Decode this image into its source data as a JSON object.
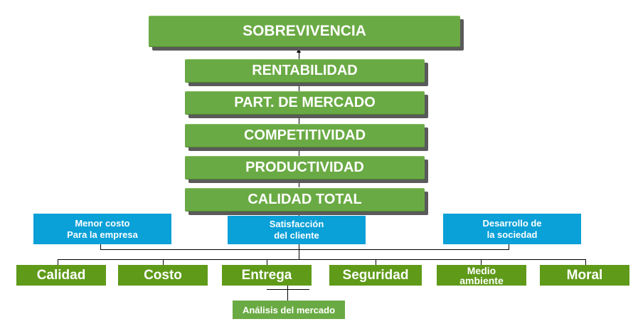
{
  "pyramid": [
    {
      "label": "SOBREVIVENCIA"
    },
    {
      "label": "RENTABILIDAD"
    },
    {
      "label": "PART. DE MERCADO"
    },
    {
      "label": "COMPETITIVIDAD"
    },
    {
      "label": "PRODUCTIVIDAD"
    },
    {
      "label": "CALIDAD TOTAL"
    }
  ],
  "benefits": [
    {
      "line1": "Menor costo",
      "line2": "Para la empresa"
    },
    {
      "line1": "Satisfacción",
      "line2": "del cliente"
    },
    {
      "line1": "Desarrollo de",
      "line2": "la sociedad"
    }
  ],
  "factors": [
    {
      "label": "Calidad"
    },
    {
      "label": "Costo"
    },
    {
      "label": "Entrega"
    },
    {
      "label": "Seguridad"
    },
    {
      "line1": "Medio",
      "line2": "ambiente"
    },
    {
      "label": "Moral"
    }
  ],
  "base": {
    "label": "Análisis del mercado"
  },
  "colors": {
    "pyramid_green": "#6aaa44",
    "benefit_blue": "#0aa0d8",
    "factor_olive": "#5f9a19",
    "shadow": "#5a5a5a"
  }
}
